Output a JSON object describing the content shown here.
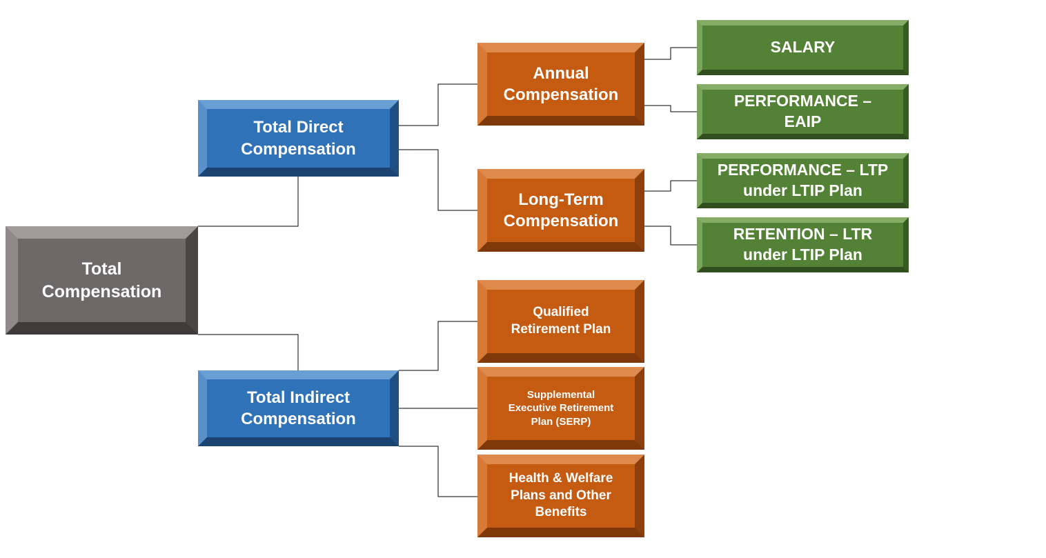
{
  "diagram": {
    "root": "Total\nCompensation",
    "direct": "Total Direct\nCompensation",
    "indirect": "Total Indirect\nCompensation",
    "annual": "Annual\nCompensation",
    "long_term": "Long-Term\nCompensation",
    "qualified": "Qualified\nRetirement Plan",
    "serp": "Supplemental\nExecutive Retirement\nPlan (SERP)",
    "health": "Health & Welfare\nPlans and Other\nBenefits",
    "salary": "SALARY",
    "performance_eaip": "PERFORMANCE –\nEAIP",
    "performance_ltp": "PERFORMANCE – LTP\nunder LTIP Plan",
    "retention_ltr": "RETENTION – LTR\nunder LTIP Plan"
  },
  "colors": {
    "root": "#6e6968",
    "tier1": "#2f72b7",
    "tier2": "#c55a11",
    "tier3": "#538135",
    "connector": "#000000"
  }
}
